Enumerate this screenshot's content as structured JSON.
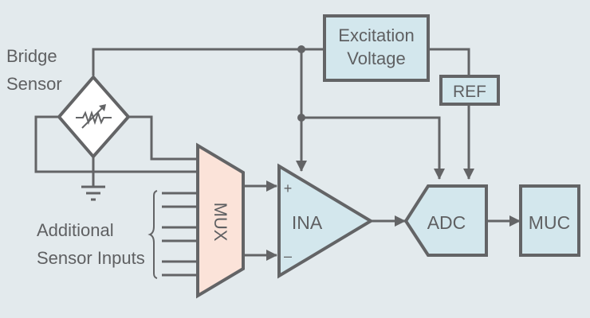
{
  "labels": {
    "bridge_sensor_line1": "Bridge",
    "bridge_sensor_line2": "Sensor",
    "excitation_line1": "Excitation",
    "excitation_line2": "Voltage",
    "ref": "REF",
    "mux": "MUX",
    "ina": "INA",
    "ina_plus": "+",
    "ina_minus": "–",
    "adc": "ADC",
    "muc": "MUC",
    "additional_line1": "Additional",
    "additional_line2": "Sensor Inputs"
  },
  "colors": {
    "background": "#e3eaed",
    "line": "#636466",
    "blue_block": "#d3e7ed",
    "mux_fill": "#fbe3d9",
    "bridge_fill": "#ffffff"
  },
  "additional_input_count": 6
}
